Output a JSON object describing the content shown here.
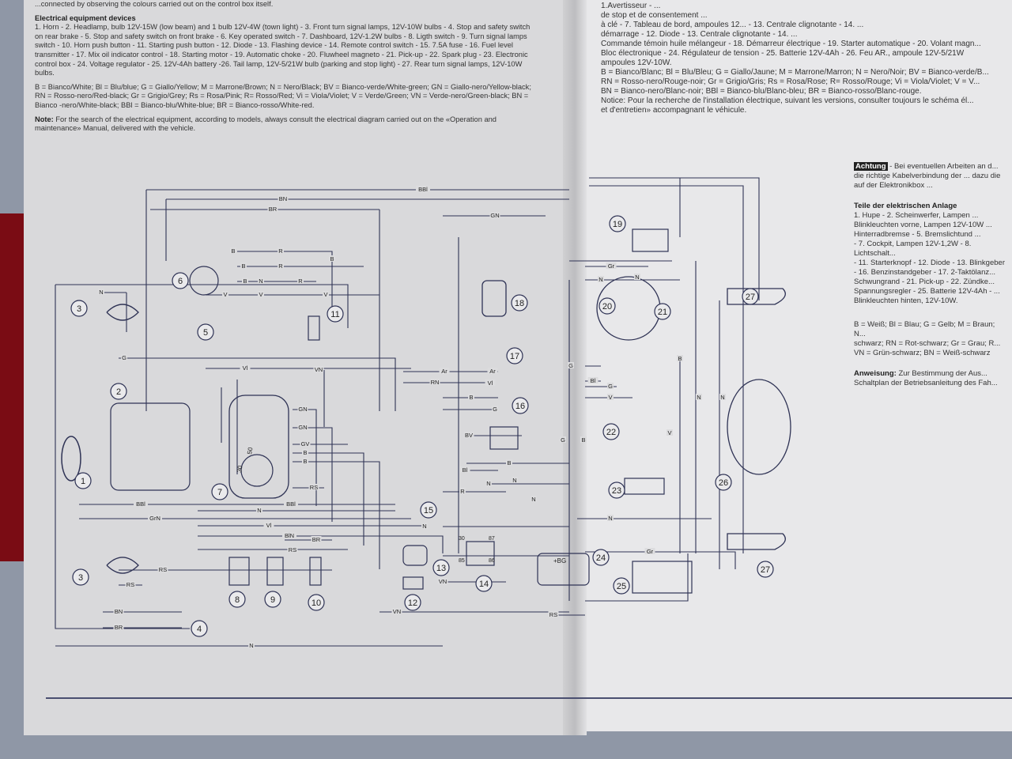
{
  "english": {
    "intro_fragment": "...connected by observing the colours carried out on the control box itself.",
    "devices_title": "Electrical equipment devices",
    "devices_text": "1. Horn - 2. Headlamp, bulb 12V-15W (low beam) and 1 bulb 12V-4W (town light) - 3. Front turn signal lamps, 12V-10W bulbs - 4. Stop and safety switch on rear brake - 5. Stop and safety switch on front brake - 6. Key operated switch - 7. Dashboard, 12V-1.2W bulbs - 8. Ligth switch - 9. Turn signal lamps switch - 10. Horn push button - 11. Starting push button - 12. Diode - 13. Flashing device - 14. Remote control switch - 15. 7.5A fuse - 16. Fuel level transmitter - 17. Mix oil indicator control - 18. Starting motor - 19. Automatic choke - 20. Fluwheel magneto - 21. Pick-up - 22. Spark plug - 23. Electronic control box - 24. Voltage regulator - 25. 12V-4Ah battery -26. Tail lamp, 12V-5/21W bulb (parking and stop light) - 27. Rear turn signal lamps, 12V-10W bulbs.",
    "legend": "B = Bianco/White; Bl = Blu/blue; G = Giallo/Yellow; M = Marrone/Brown; N = Nero/Black; BV = Bianco-verde/White-green; GN = Giallo-nero/Yellow-black; RN = Rosso-nero/Red-black; Gr = Grigio/Grey; Rs = Rosa/Pink; R= Rosso/Red; Vi = Viola/Violet; V = Verde/Green; VN = Verde-nero/Green-black; BN = Bianco -nero/White-black; BBl = Bianco-blu/White-blue; BR = Bianco-rosso/White-red.",
    "note_label": "Note:",
    "note_text": "For the search of the electrical equipment, according to models, always consult the electrical diagram carried out on the «Operation and maintenance» Manual, delivered with the vehicle."
  },
  "french": {
    "lines": [
      "1.Avertisseur - ...",
      "de stop et de consentement ...",
      "à clé - 7. Tableau de bord, ampoules 12... - 13. Centrale clignotante - 14. ...",
      "démarrage - 12. Diode - 13. Centrale clignotante - 14. ...",
      "Commande témoin huile mélangeur - 18. Démarreur électrique - 19. Starter automatique - 20. Volant magn...",
      "Bloc électronique - 24. Régulateur de tension - 25. Batterie 12V-4Ah - 26. Feu AR., ampoule 12V-5/21W",
      "ampoules 12V-10W.",
      "B = Bianco/Blanc; Bl = Blu/Bleu; G = Giallo/Jaune; M = Marrone/Marron; N = Nero/Noir; BV = Bianco-verde/B...",
      "RN = Rosso-nero/Rouge-noir; Gr = Grigio/Gris; Rs = Rosa/Rose; R= Rosso/Rouge; Vi = Viola/Violet; V = V...",
      "BN = Bianco-nero/Blanc-noir; BBl = Bianco-blu/Blanc-bleu; BR = Bianco-rosso/Blanc-rouge.",
      "Notice: Pour la recherche de l'installation électrique, suivant les versions, consulter toujours le schéma él...",
      "et d'entretien» accompagnant le véhicule."
    ]
  },
  "german": {
    "achtung": "Achtung",
    "achtung_text": "- Bei eventuellen Arbeiten an d... die richtige Kabelverbindung der ... dazu die auf der Elektronikbox ...",
    "parts_title": "Teile der elektrischen Anlage",
    "parts_lines": [
      "1. Hupe - 2. Scheinwerfer, Lampen ...",
      "Blinkleuchten vorne, Lampen 12V-10W ...",
      "Hinterradbremse - 5. Bremslichtund ...",
      "- 7. Cockpit, Lampen 12V-1,2W - 8. Lichtschalt...",
      "- 11. Starterknopf - 12. Diode - 13. Blinkgeber",
      "- 16. Benzinstandgeber - 17. 2-Taktölanz...",
      "Schwungrand - 21. Pick-up - 22. Zündke...",
      "Spannungsregler - 25. Batterie 12V-4Ah - ...",
      "Blinkleuchten hinten, 12V-10W."
    ],
    "legend_lines": [
      "B = Weiß; Bl = Blau; G = Gelb; M = Braun; N...",
      "schwarz; RN = Rot-schwarz; Gr = Grau; R...",
      "VN = Grün-schwarz; BN = Weiß-schwarz"
    ],
    "anweisung_label": "Anweisung:",
    "anweisung_text": "Zur Bestimmung der Aus... Schaltplan der Betriebsanleitung des Fah..."
  },
  "diagram": {
    "components": [
      "1",
      "2",
      "3",
      "3",
      "4",
      "5",
      "6",
      "7",
      "8",
      "9",
      "10",
      "11",
      "12",
      "13",
      "14",
      "15",
      "16",
      "17",
      "18",
      "19",
      "20",
      "21",
      "22",
      "23",
      "24",
      "25",
      "26",
      "27",
      "27"
    ],
    "wire_labels": [
      "BBl",
      "BN",
      "BR",
      "GN",
      "B",
      "B",
      "R",
      "B",
      "B",
      "R",
      "N",
      "R",
      "V",
      "V",
      "V",
      "N",
      "G",
      "Vl",
      "VN",
      "Ar",
      "Ar",
      "RN",
      "Vl",
      "B",
      "G",
      "BV",
      "B",
      "Bl",
      "R",
      "N",
      "N",
      "GN",
      "GN",
      "GV",
      "B",
      "B",
      "RS",
      "BBl",
      "BBl",
      "GrN",
      "N",
      "Vl",
      "BlN",
      "BR",
      "RS",
      "RS",
      "RS",
      "BN",
      "BR",
      "N",
      "VN",
      "VN",
      "RS",
      "Gr",
      "Gr",
      "N",
      "N",
      "B",
      "G",
      "Bl",
      "G",
      "V",
      "N",
      "N",
      "N",
      "N",
      "N",
      "V",
      "B",
      "G"
    ],
    "relay_pins": [
      "30",
      "87",
      "85",
      "86"
    ],
    "dash_digits": [
      "30",
      "50"
    ],
    "regulator_labels": "+BG"
  }
}
